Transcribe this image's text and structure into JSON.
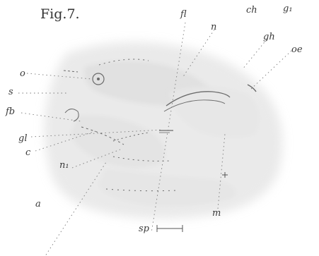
{
  "figure": {
    "title": "Fig.7.",
    "labels": {
      "fl": "fl",
      "n": "n",
      "ch": "ch",
      "g1": "g₁",
      "gh": "gh",
      "oe": "oe",
      "o": "o",
      "s": "s",
      "fb": "fb",
      "gl": "gl",
      "c": "c",
      "n1": "n₁",
      "a": "a",
      "m": "m",
      "sp": "sp"
    }
  }
}
